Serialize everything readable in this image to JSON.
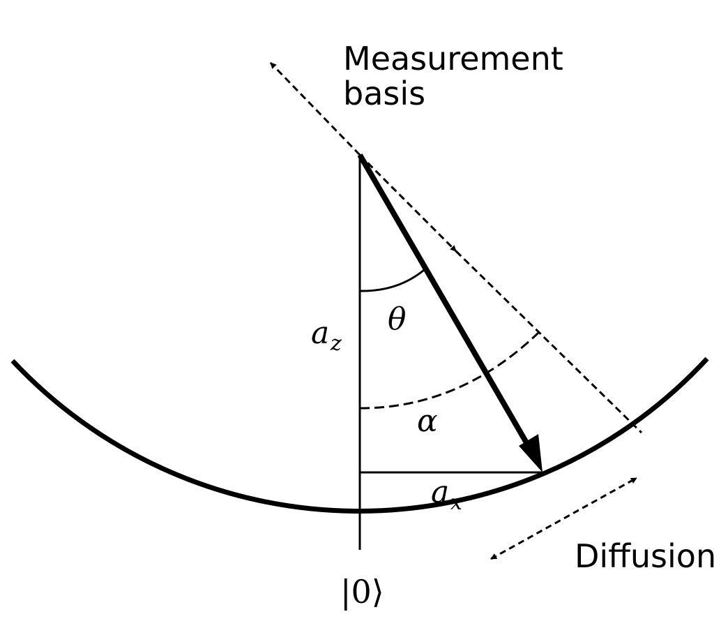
{
  "labels": {
    "measurement_line1": "Measurement",
    "measurement_line2": "basis",
    "theta": "θ",
    "alpha": "α",
    "a_z_main": "a",
    "a_z_sub": "z",
    "a_x_main": "a",
    "a_x_sub": "x",
    "ket_zero": "|0⟩",
    "diffusion": "Diffusion"
  },
  "colors": {
    "stroke": "#000000",
    "background": "#ffffff"
  }
}
